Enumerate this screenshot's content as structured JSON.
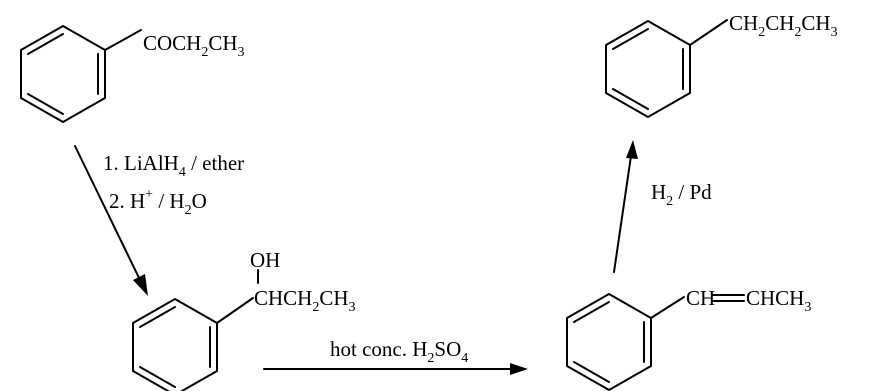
{
  "molecules": {
    "propiophenone": {
      "main": "COCH",
      "sub1": "2",
      "mid": "CH",
      "sub2": "3"
    },
    "propylbenzene": {
      "main": "CH",
      "sub1": "2",
      "mid": "CH",
      "sub2": "2",
      "tail": "CH",
      "sub3": "3"
    },
    "alcohol": {
      "oh": "OH",
      "main": "CHCH",
      "sub1": "2",
      "mid": "CH",
      "sub2": "3"
    },
    "alkene": {
      "left": "CH",
      "right": "CHCH",
      "sub1": "3"
    }
  },
  "reagents": {
    "step1_line1": {
      "prefix": "1. LiAlH",
      "sub": "4",
      "suffix": " / ether"
    },
    "step1_line2": {
      "prefix": "2. H",
      "sup": "+",
      "mid": " / H",
      "sub": "2",
      "suffix": "O"
    },
    "step2": {
      "prefix": "hot conc. H",
      "sub": "2",
      "mid": "SO",
      "sub2": "4"
    },
    "step3": {
      "prefix": "H",
      "sub": "2",
      "suffix": " / Pd"
    }
  }
}
